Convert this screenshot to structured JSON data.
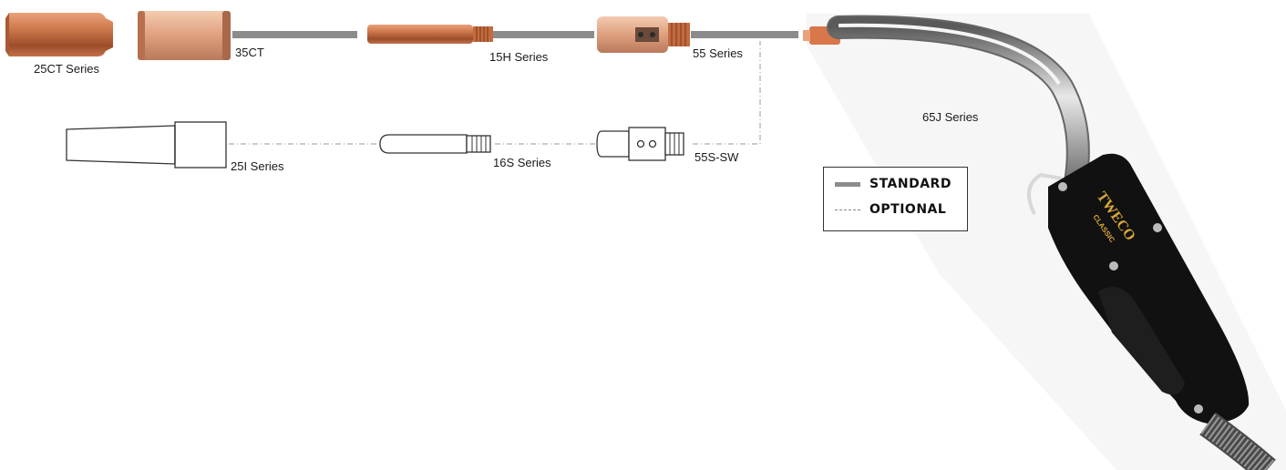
{
  "parts": {
    "nozzle_25ct": "25CT Series",
    "nozzle_35ct": "35CT",
    "tip_15h": "15H Series",
    "diffuser_55": "55 Series",
    "gun_65j": "65J Series",
    "nozzle_25i": "25I Series",
    "tip_16s": "16S Series",
    "diffuser_55ssw": "55S-SW"
  },
  "legend": {
    "standard": "STANDARD",
    "optional": "OPTIONAL"
  },
  "brand": {
    "name": "TWECO",
    "sub": "CLASSIC",
    "color": "#d9a63a"
  },
  "colors": {
    "copper": "#c8714a",
    "standard_line": "#8c8c8c",
    "optional_line": "#888888",
    "handle": "#111111"
  }
}
